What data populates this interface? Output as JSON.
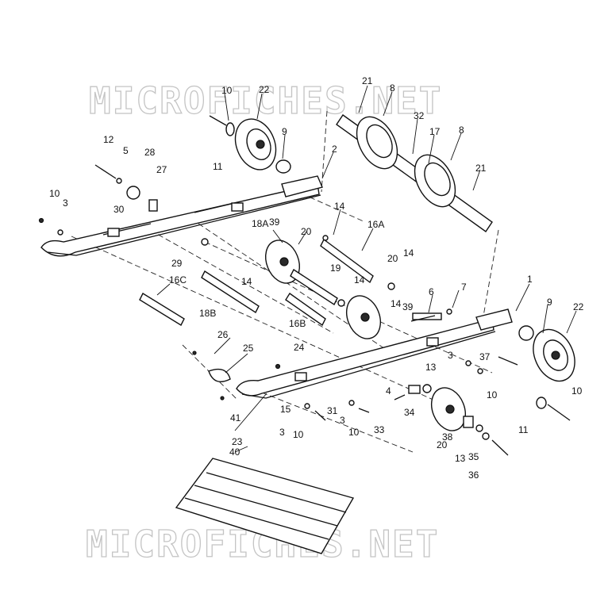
{
  "watermark": "MICROFICHES.NET",
  "labels": [
    {
      "id": "l10a",
      "text": "10"
    },
    {
      "id": "l22a",
      "text": "22"
    },
    {
      "id": "l21a",
      "text": "21"
    },
    {
      "id": "l8a",
      "text": "8"
    },
    {
      "id": "l32",
      "text": "32"
    },
    {
      "id": "l17",
      "text": "17"
    },
    {
      "id": "l8b",
      "text": "8"
    },
    {
      "id": "l9a",
      "text": "9"
    },
    {
      "id": "l11a",
      "text": "11"
    },
    {
      "id": "l12",
      "text": "12"
    },
    {
      "id": "l5",
      "text": "5"
    },
    {
      "id": "l28",
      "text": "28"
    },
    {
      "id": "l27",
      "text": "27"
    },
    {
      "id": "l2",
      "text": "2"
    },
    {
      "id": "l21b",
      "text": "21"
    },
    {
      "id": "l10b",
      "text": "10"
    },
    {
      "id": "l3a",
      "text": "3"
    },
    {
      "id": "l30",
      "text": "30"
    },
    {
      "id": "l14a",
      "text": "14"
    },
    {
      "id": "l16a",
      "text": "16A"
    },
    {
      "id": "l18a",
      "text": "18A"
    },
    {
      "id": "l39a",
      "text": "39"
    },
    {
      "id": "l20a",
      "text": "20"
    },
    {
      "id": "l29",
      "text": "29"
    },
    {
      "id": "l14b",
      "text": "14"
    },
    {
      "id": "l20b",
      "text": "20"
    },
    {
      "id": "l14c",
      "text": "14"
    },
    {
      "id": "l19",
      "text": "19"
    },
    {
      "id": "l14d",
      "text": "14"
    },
    {
      "id": "l16c",
      "text": "16C"
    },
    {
      "id": "l6",
      "text": "6"
    },
    {
      "id": "l7",
      "text": "7"
    },
    {
      "id": "l1",
      "text": "1"
    },
    {
      "id": "l14e",
      "text": "14"
    },
    {
      "id": "l39b",
      "text": "39"
    },
    {
      "id": "l18b",
      "text": "18B"
    },
    {
      "id": "l16b",
      "text": "16B"
    },
    {
      "id": "l9b",
      "text": "9"
    },
    {
      "id": "l22b",
      "text": "22"
    },
    {
      "id": "l26",
      "text": "26"
    },
    {
      "id": "l25",
      "text": "25"
    },
    {
      "id": "l24",
      "text": "24"
    },
    {
      "id": "l37",
      "text": "37"
    },
    {
      "id": "l3b",
      "text": "3"
    },
    {
      "id": "l13a",
      "text": "13"
    },
    {
      "id": "l4",
      "text": "4"
    },
    {
      "id": "l10c",
      "text": "10"
    },
    {
      "id": "l10d",
      "text": "10"
    },
    {
      "id": "l15",
      "text": "15"
    },
    {
      "id": "l41",
      "text": "41"
    },
    {
      "id": "l31",
      "text": "31"
    },
    {
      "id": "l3c",
      "text": "3"
    },
    {
      "id": "l10e",
      "text": "10"
    },
    {
      "id": "l34",
      "text": "34"
    },
    {
      "id": "l3d",
      "text": "3"
    },
    {
      "id": "l10f",
      "text": "10"
    },
    {
      "id": "l33",
      "text": "33"
    },
    {
      "id": "l11b",
      "text": "11"
    },
    {
      "id": "l23",
      "text": "23"
    },
    {
      "id": "l20c",
      "text": "20"
    },
    {
      "id": "l38",
      "text": "38"
    },
    {
      "id": "l13b",
      "text": "13"
    },
    {
      "id": "l35",
      "text": "35"
    },
    {
      "id": "l36",
      "text": "36"
    },
    {
      "id": "l40",
      "text": "40"
    }
  ]
}
